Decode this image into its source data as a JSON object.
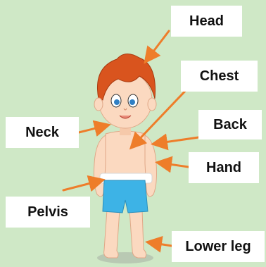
{
  "labels": {
    "head": "Head",
    "chest": "Chest",
    "neck": "Neck",
    "back": "Back",
    "hand": "Hand",
    "pelvis": "Pelvis",
    "lower_leg": "Lower leg"
  },
  "colors": {
    "background": "#cfe8c6",
    "arrow": "#ee7d2a",
    "label_box": "#ffffff",
    "skin": "#fbd9c0",
    "hair": "#d9541e",
    "shorts": "#3db3e6"
  }
}
